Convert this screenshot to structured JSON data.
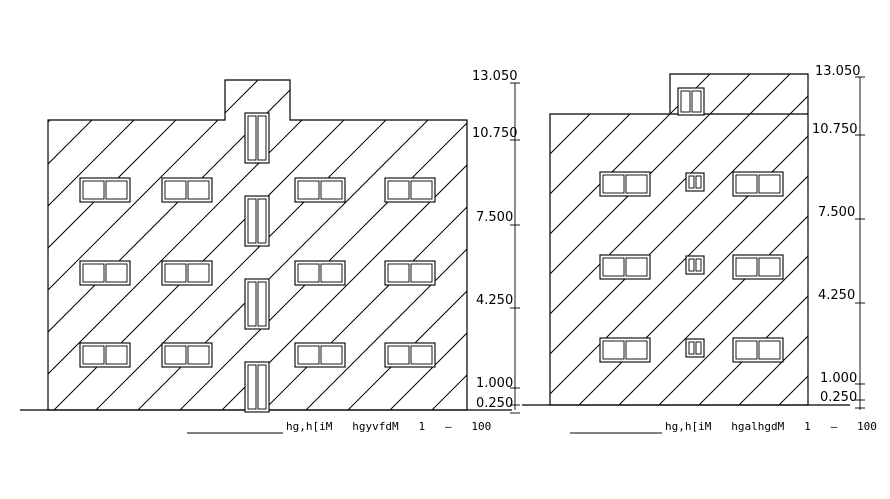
{
  "elevation_left": {
    "levels": [
      "13.050",
      "10.750",
      "7.500",
      "4.250",
      "1.000",
      "0.250"
    ],
    "caption": "hg,h[iM   hgyvfdM   1   —   100"
  },
  "elevation_right": {
    "levels": [
      "13.050",
      "10.750",
      "7.500",
      "4.250",
      "1.000",
      "0.250"
    ],
    "caption": "hg,h[iM   hgalhgdM   1   —   100"
  }
}
